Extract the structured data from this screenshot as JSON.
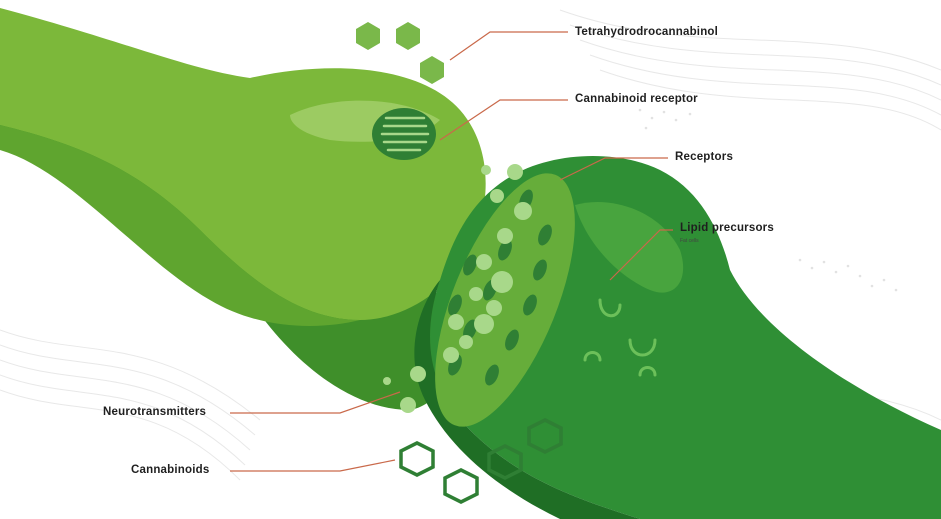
{
  "labels": {
    "thc": "Tetrahydrodrocannabinol",
    "cannabinoid_receptor": "Cannabinoid receptor",
    "receptors": "Receptors",
    "lipid_precursors": "Lipid precursors",
    "lipid_precursors_sub": "Fat cells",
    "neurotransmitters": "Neurotransmitters",
    "cannabinoids": "Cannabinoids"
  },
  "colors": {
    "presynaptic_light": "#7cb83a",
    "presynaptic_mid": "#5fa52f",
    "presynaptic_dark": "#3f8f2a",
    "postsynaptic": "#2f8f35",
    "postsynaptic_dark": "#1f6e25",
    "postsynaptic_light": "#48a43e",
    "membrane": "#66ad3a",
    "vesicle": "#a8d88a",
    "hexagon": "#7ab84a",
    "leader_line": "#c9694a",
    "label_text": "#1f1f1f"
  },
  "icons": {
    "receptor": "cannabinoid-receptor-icon",
    "thc_molecule": "hexagon-molecule-icon",
    "cannabinoid_molecule": "hexagon-outline-icon",
    "vesicle": "vesicle-dot-icon"
  }
}
